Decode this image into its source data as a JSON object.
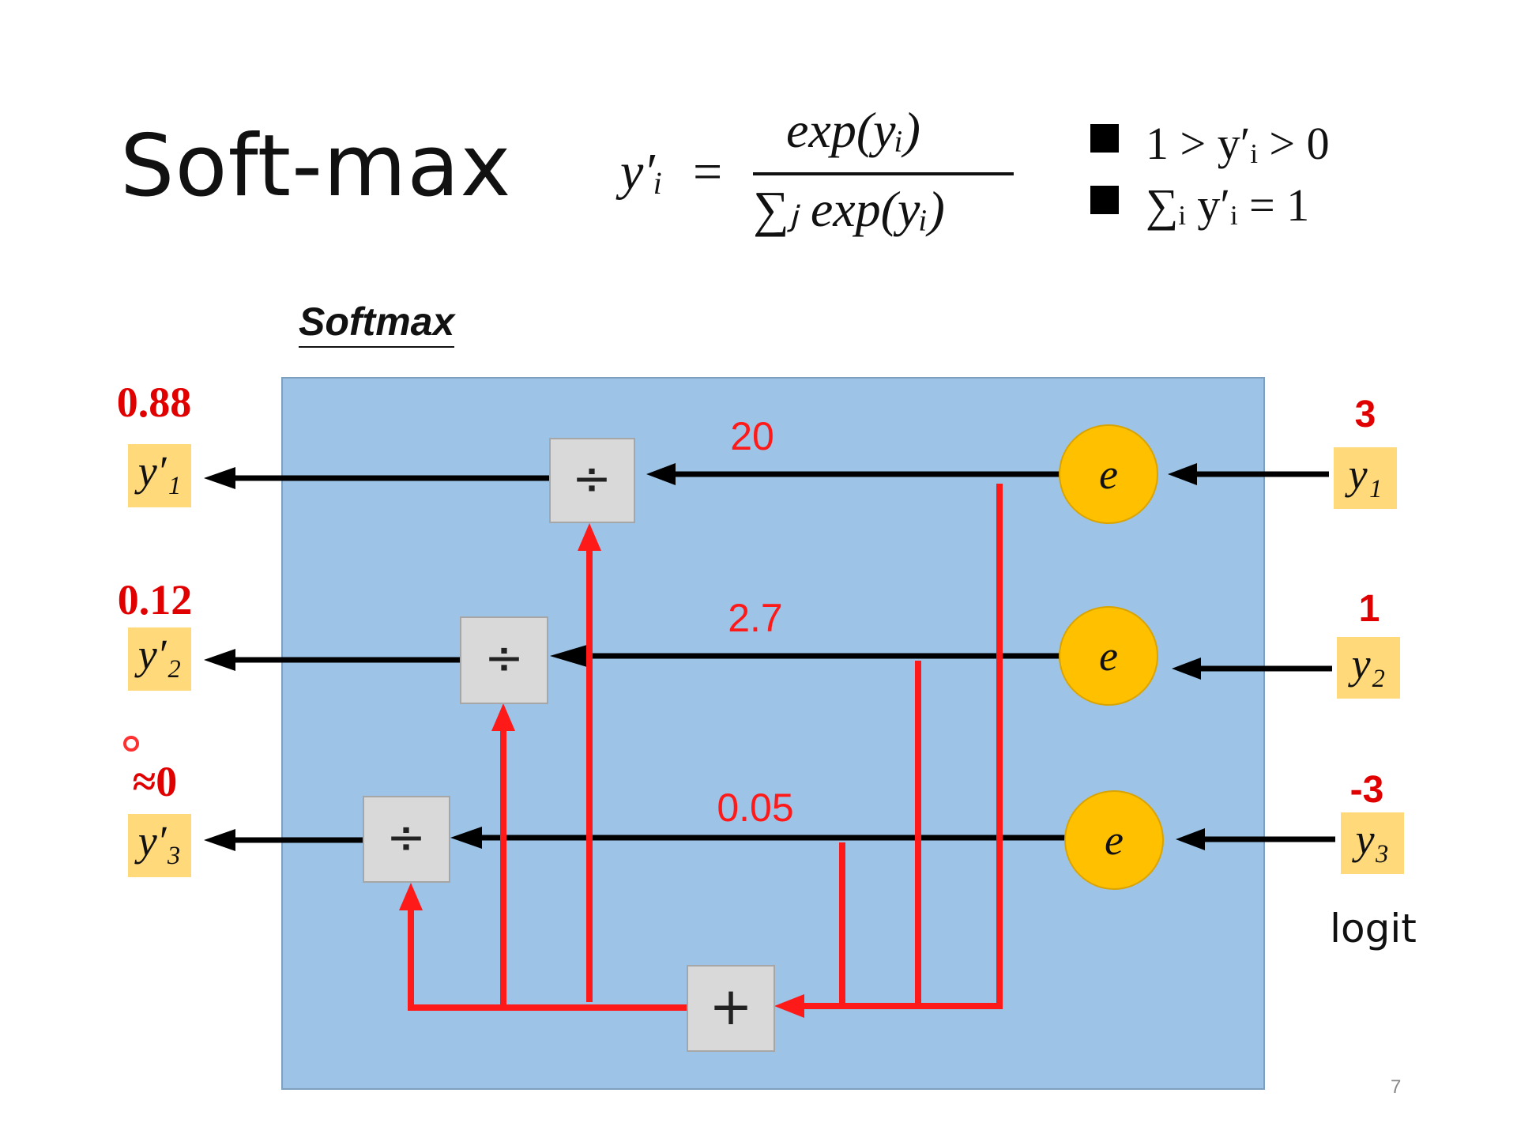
{
  "slide": {
    "title": "Soft-max",
    "page_number": "7"
  },
  "formula": {
    "lhs": "y′ᵢ",
    "equals": "=",
    "numerator": "exp(yᵢ)",
    "denominator": "∑ⱼ exp(yᵢ)"
  },
  "properties": [
    "1 > y′ᵢ > 0",
    "∑ᵢ y′ᵢ  = 1"
  ],
  "diagram": {
    "block_label": "Softmax",
    "outputs": [
      {
        "label": "y′₁",
        "value": "0.88"
      },
      {
        "label": "y′₂",
        "value": "0.12"
      },
      {
        "label": "y′₃",
        "value": "≈0"
      }
    ],
    "inputs": [
      {
        "label": "y₁",
        "value": "3"
      },
      {
        "label": "y₂",
        "value": "1"
      },
      {
        "label": "y₃",
        "value": "-3"
      }
    ],
    "exp_node_label": "e",
    "exp_values": [
      "20",
      "2.7",
      "0.05"
    ],
    "divide_symbol": "÷",
    "sum_symbol": "+",
    "input_caption": "logit"
  },
  "colors": {
    "block_fill": "#9dc3e6",
    "block_stroke": "#7f9fbf",
    "exp_node": "#ffc000",
    "red": "#ff1a1a",
    "value_red": "#e00000",
    "label_box": "#ffd97a",
    "op_box": "#d9d9d9"
  }
}
